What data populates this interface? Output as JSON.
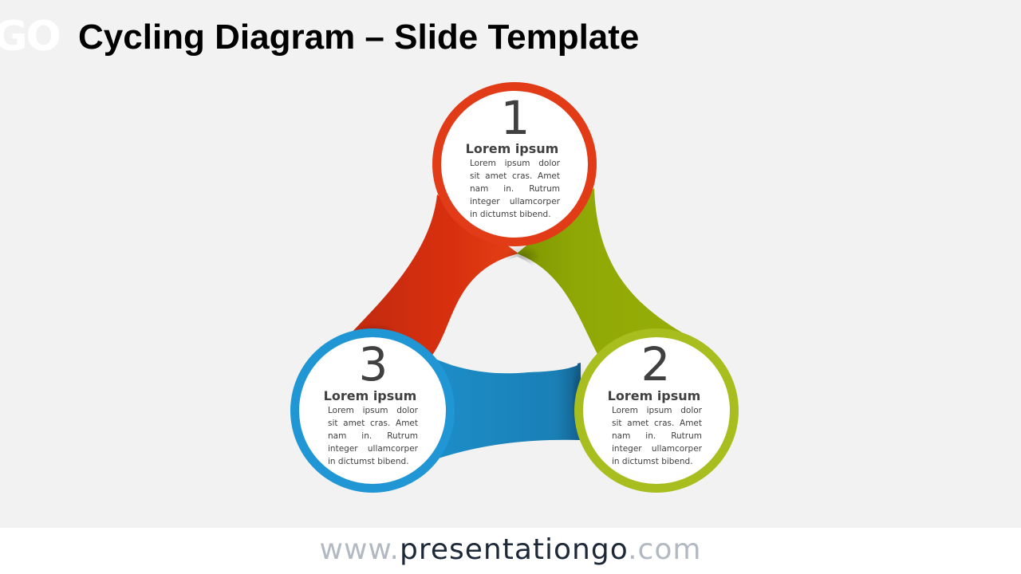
{
  "header": {
    "logo_fragment": "GO",
    "title": "Cycling Diagram – Slide Template"
  },
  "steps": [
    {
      "number": "1",
      "heading": "Lorem ipsum",
      "body": "Lorem ipsum dolor sit amet cras. Amet nam in. Rutrum integer ullamcorper in dictumst bibend.",
      "color": "#e03a17"
    },
    {
      "number": "2",
      "heading": "Lorem ipsum",
      "body": "Lorem ipsum dolor sit amet cras. Amet nam in. Rutrum integer ullamcorper in dictumst bibend.",
      "color": "#a6bd1c"
    },
    {
      "number": "3",
      "heading": "Lorem ipsum",
      "body": "Lorem ipsum dolor sit amet cras. Amet nam in. Rutrum integer ullamcorper in dictumst bibend.",
      "color": "#1e96d3"
    }
  ],
  "footer": {
    "url_prefix": "www.",
    "url_main": "presentationgo",
    "url_suffix": ".com"
  }
}
